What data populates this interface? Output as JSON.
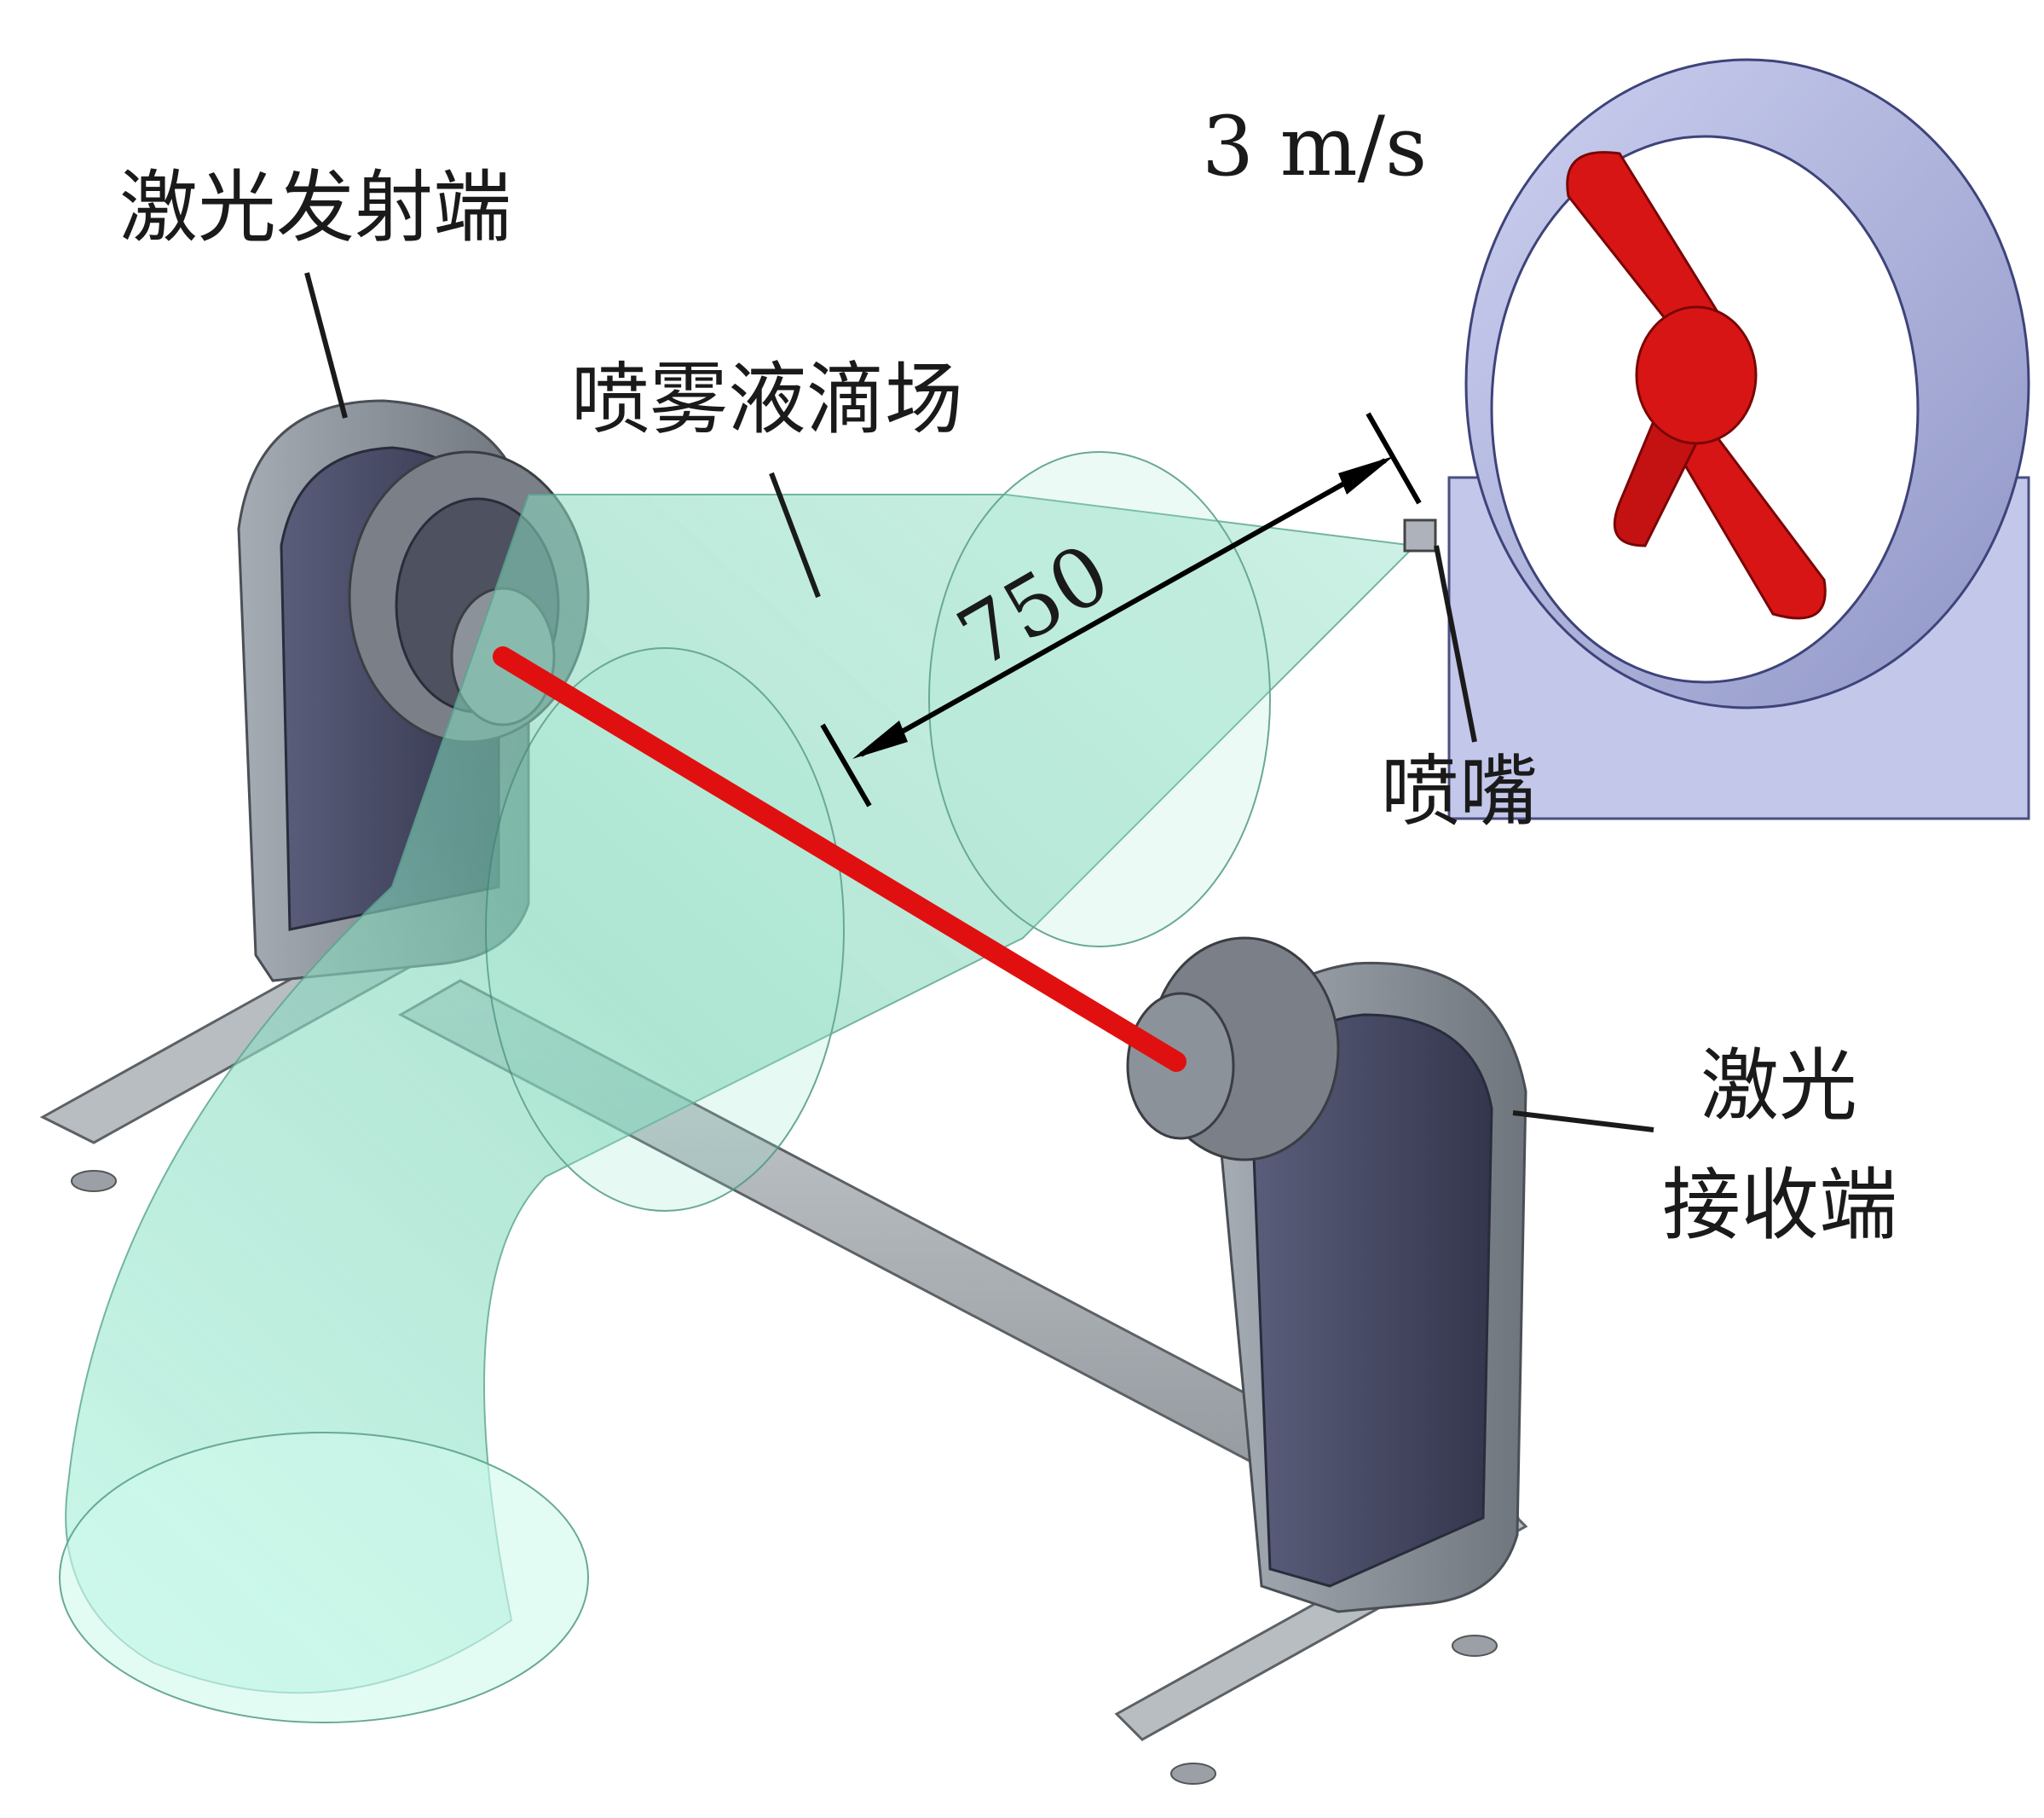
{
  "labels": {
    "emitter": "激光发射端",
    "spray_field": "喷雾液滴场",
    "dimension": "750",
    "wind_speed": "3 m/s",
    "nozzle": "喷嘴",
    "receiver_line1": "激光",
    "receiver_line2": "接收端"
  },
  "colors": {
    "spray": "#8fe3c8",
    "laser": "#e01010",
    "fan_housing": "#b9bee6",
    "fan_blade": "#d81515",
    "device_body": "#4a4c66",
    "device_frame": "#8d939b",
    "rail": "#b3b8bd"
  }
}
